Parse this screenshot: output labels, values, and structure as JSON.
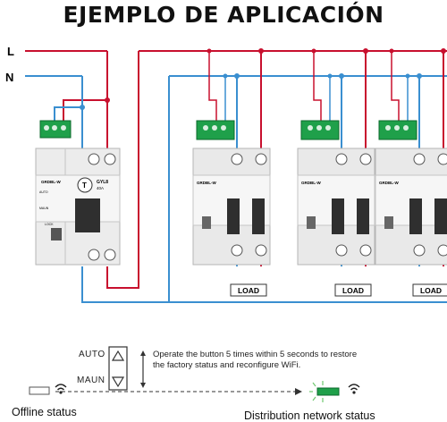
{
  "title": "EJEMPLO DE APLICACIÓN",
  "lines": {
    "l_label": "L",
    "n_label": "N"
  },
  "colors": {
    "live": "#c8102e",
    "neutral": "#3a8fd0",
    "module": "#1fa04a",
    "panel": "#e9e9e9"
  },
  "main_breaker": {
    "brand": "GRDBL-W",
    "model": "GYL8",
    "rating": "40A",
    "button": "T",
    "lock_label": "LOCK",
    "auto_label": "AUTO",
    "maun_label": "MAUN"
  },
  "branch_breakers": [
    {
      "brand": "GRDBL-W",
      "load_label": "LOAD"
    },
    {
      "brand": "GRDBL-W",
      "load_label": "LOAD"
    },
    {
      "brand": "GRDBL-W",
      "load_label": "LOAD"
    }
  ],
  "control": {
    "auto_label": "AUTO",
    "maun_label": "MAUN",
    "note": "Operate the button 5 times within 5 seconds to restore the factory status and reconfigure WiFi."
  },
  "status": {
    "offline_label": "Offline status",
    "offline_icon": "wifi-icon",
    "network_label": "Distribution network status",
    "network_icon": "wifi-icon"
  }
}
